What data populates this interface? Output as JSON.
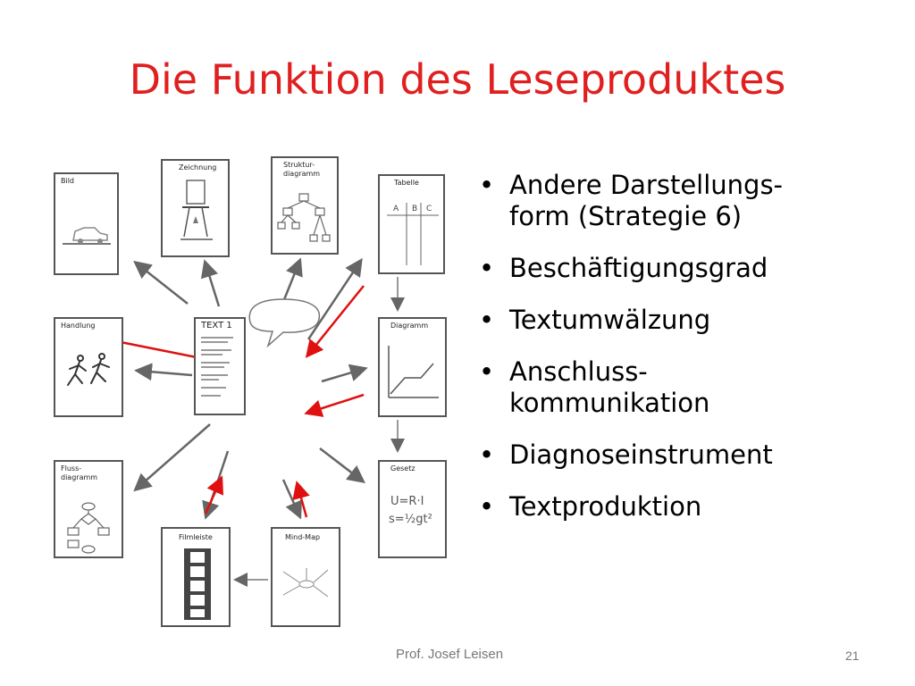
{
  "slide": {
    "title": "Die Funktion des Leseproduktes",
    "bullets": [
      "Andere Darstellungs-form (Strategie 6)",
      "Beschäftigungsgrad",
      "Textumwälzung",
      "Anschluss-kommunikation",
      "Diagnoseinstrument",
      "Textproduktion"
    ],
    "footer_author": "Prof. Josef Leisen",
    "page_number": "21"
  },
  "diagram": {
    "center_label": "TEXT 1",
    "cards": {
      "bild": "Bild",
      "zeichnung": "Zeichnung",
      "strukturdiagramm_1": "Struktur-",
      "strukturdiagramm_2": "diagramm",
      "tabelle": "Tabelle",
      "tabelle_cols": [
        "A",
        "B",
        "C"
      ],
      "handlung": "Handlung",
      "diagramm": "Diagramm",
      "flussdiagramm_1": "Fluss-",
      "flussdiagramm_2": "diagramm",
      "gesetz": "Gesetz",
      "gesetz_formula_1": "U=R·I",
      "gesetz_formula_2": "s=½gt²",
      "filmleiste": "Filmleiste",
      "mindmap": "Mind-Map"
    },
    "arrow_colors": {
      "gray": "#666666",
      "red": "#e01010"
    }
  }
}
